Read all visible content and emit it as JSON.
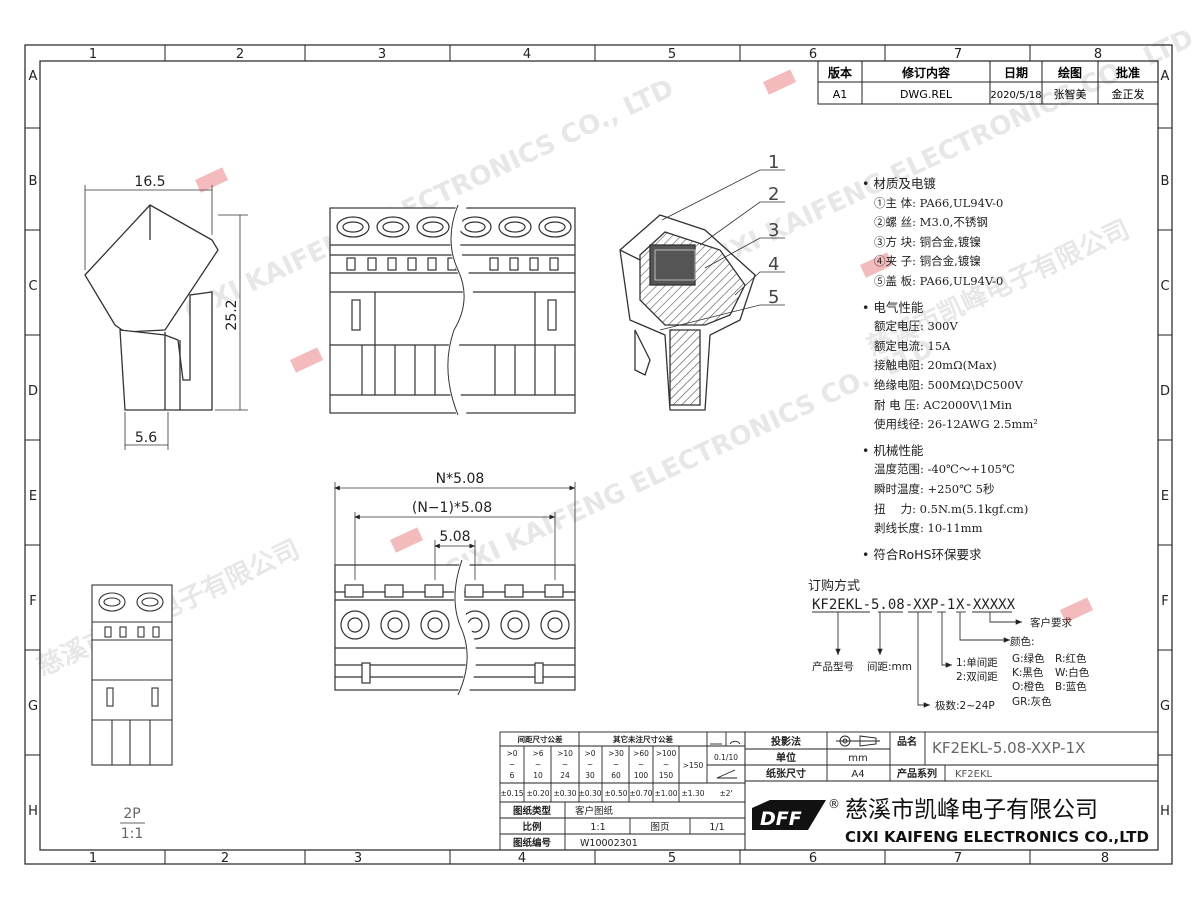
{
  "grid": {
    "cols": [
      "1",
      "2",
      "3",
      "4",
      "5",
      "6",
      "7",
      "8"
    ],
    "rows": [
      "A",
      "B",
      "C",
      "D",
      "E",
      "F",
      "G",
      "H"
    ]
  },
  "revision": {
    "headers": [
      "版本",
      "修订内容",
      "日期",
      "绘图",
      "批准"
    ],
    "row": [
      "A1",
      "DWG.REL",
      "2020/5/18",
      "张智美",
      "金正发"
    ]
  },
  "dimensions": {
    "width": "16.5",
    "height": "25.2",
    "foot": "5.6",
    "total": "N*5.08",
    "inner": "(N−1)*5.08",
    "pitch": "5.08"
  },
  "callouts": [
    "1",
    "2",
    "3",
    "4",
    "5"
  ],
  "specs": {
    "material_title": "材质及电镀",
    "material": [
      "①主 体: PA66,UL94V-0",
      "②螺 丝: M3.0,不锈钢",
      "③方 块: 铜合金,镀镍",
      "④夹 子: 铜合金,镀镍",
      "⑤盖 板: PA66,UL94V-0"
    ],
    "electrical_title": "电气性能",
    "electrical": [
      "额定电压: 300V",
      "额定电流: 15A",
      "接触电阻: 20mΩ(Max)",
      "绝缘电阻: 500MΩ\\DC500V",
      "耐 电 压: AC2000V\\1Min",
      "使用线径: 26-12AWG 2.5mm²"
    ],
    "mechanical_title": "机械性能",
    "mechanical": [
      "温度范围: -40℃～+105℃",
      "瞬时温度: +250℃ 5秒",
      "扭　 力: 0.5N.m(5.1kgf.cm)",
      "剥线长度: 10-11mm"
    ],
    "rohs": "符合RoHS环保要求"
  },
  "ordering": {
    "title": "订购方式",
    "code_a": "KF2EKL-5.08-XXP-1",
    "code_b": "X-XXXXX",
    "customer": "客户要求",
    "product_model": "产品型号",
    "pitch_label": "间距:mm",
    "poles": "极数:2~24P",
    "pitch_types": [
      "1:单间距",
      "2:双间距"
    ],
    "color_title": "颜色:",
    "colors": [
      "G:绿色",
      "R:红色",
      "K:黑色",
      "W:白色",
      "O:橙色",
      "B:蓝色",
      "GR:灰色"
    ]
  },
  "tolerance": {
    "spacing_title": "间距尺寸公差",
    "other_title": "其它未注尺寸公差",
    "ranges_top": [
      ">0",
      ">6",
      ">10",
      ">0",
      ">30",
      ">60",
      ">100"
    ],
    "tilde": "~",
    "ranges_bot": [
      "6",
      "10",
      "24",
      "30",
      "60",
      "100",
      "150"
    ],
    "over": ">150",
    "values": [
      "±0.15",
      "±0.20",
      "±0.30",
      "±0.30",
      "±0.50",
      "±0.70",
      "±1.00",
      "±1.30"
    ],
    "angle_tol": "0.1/10",
    "angle2": "±2'"
  },
  "title_block": {
    "projection": "投影法",
    "unit_label": "单位",
    "unit": "mm",
    "paper_label": "纸张尺寸",
    "paper": "A4",
    "name_label": "品名",
    "name": "KF2EKL-5.08-XXP-1X",
    "series_label": "产品系列",
    "series": "KF2EKL",
    "type_label": "图纸类型",
    "type": "客户图纸",
    "scale_label": "比例",
    "scale": "1:1",
    "page_label": "图页",
    "page": "1/1",
    "number_label": "图纸编号",
    "number": "W10002301",
    "company_cn": "慈溪市凯峰电子有限公司",
    "company_en": "CIXI KAIFENG ELECTRONICS CO.,LTD",
    "logo": "DFF",
    "reg": "®"
  },
  "detail": {
    "poles": "2P",
    "scale": "1:1"
  },
  "watermark": {
    "cn": "慈溪市凯峰电子有限公司",
    "en": "CIXI KAIFENG ELECTRONICS CO., LTD",
    "brand": "KAIFENG"
  }
}
